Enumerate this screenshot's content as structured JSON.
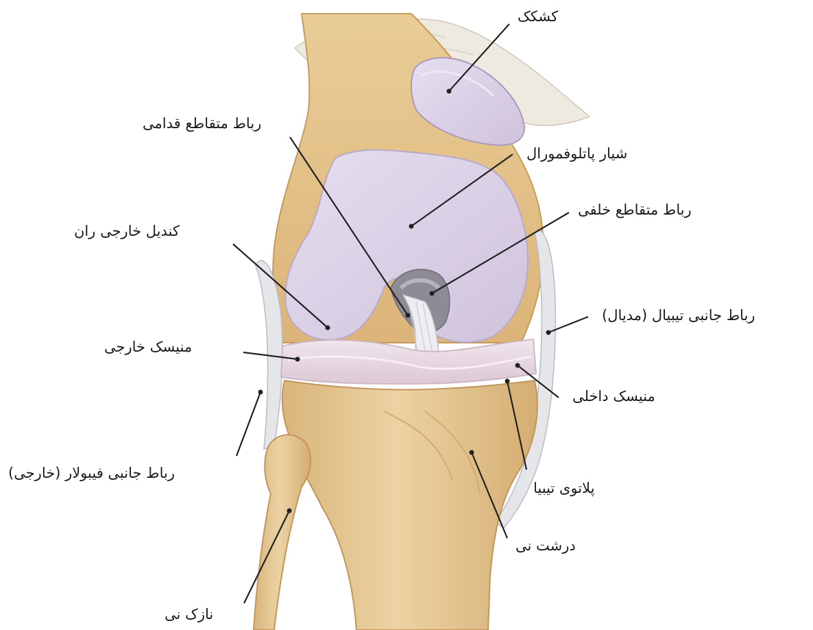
{
  "diagram": {
    "labels": {
      "patella": "کشکک",
      "acl": "رباط متقاطع قدامی",
      "patellofemoral_groove": "شیار پاتلوفمورال",
      "pcl": "رباط متقاطع خلفی",
      "lateral_condyle": "کندیل خارجی ران",
      "mcl": "رباط جانبی تیبیال (مدیال)",
      "lateral_meniscus": "منیسک خارجی",
      "medial_meniscus": "منیسک داخلی",
      "lcl": "رباط جانبی فیبولار (خارجی)",
      "tibial_plateau": "پلاتوی تیبیا",
      "tibia": "درشت نی",
      "fibula": "نازک نی"
    },
    "colors": {
      "bone": "#e6c996",
      "bone_shade": "#d2a86a",
      "cartilage": "#dcd2e6",
      "cartilage_edge": "#c2b4d2",
      "meniscus": "#ecdee6",
      "ligament": "#e2e4e8",
      "leader_line": "#222222"
    }
  }
}
